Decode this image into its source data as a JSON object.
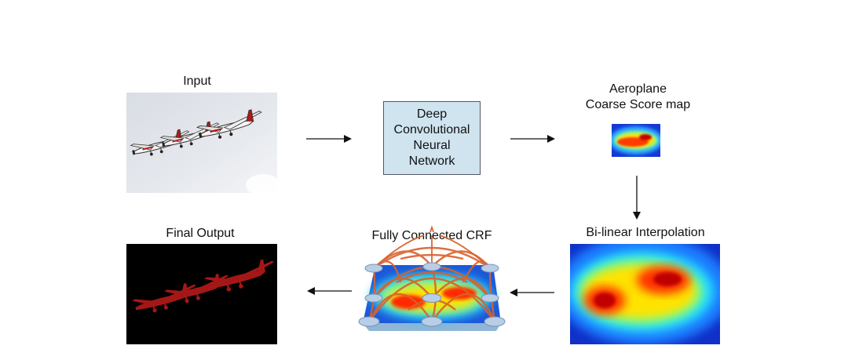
{
  "labels": {
    "input": "Input",
    "dcnn": [
      "Deep",
      "Convolutional",
      "Neural",
      "Network"
    ],
    "score_map": [
      "Aeroplane",
      "Coarse Score map"
    ],
    "bilinear": "Bi-linear Interpolation",
    "crf": "Fully Connected CRF",
    "final": "Final Output"
  },
  "colors": {
    "dcnn_fill": "#cfe4ef",
    "sky": "#dfe3ea",
    "final_bg": "#000000",
    "final_mask": "#a51717",
    "crf_edges": "#d9612c",
    "arrow": "#111111"
  }
}
